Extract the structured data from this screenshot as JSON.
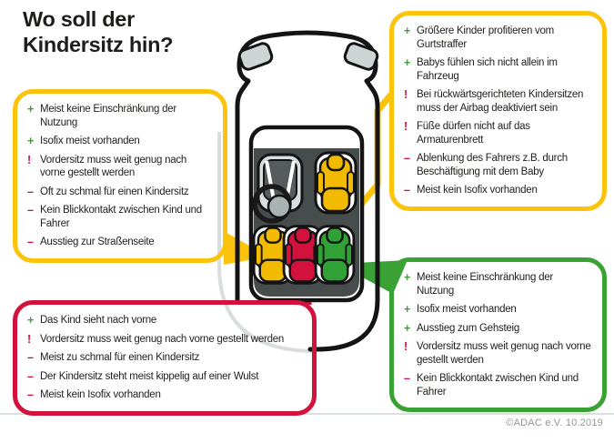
{
  "title": "Wo soll der Kindersitz hin?",
  "copyright": "©ADAC e.V. 10.2019",
  "bullet_symbols": {
    "plus": "+",
    "warn": "!",
    "minus": "–"
  },
  "colors": {
    "yellow": "#FBC30B",
    "red": "#D2123C",
    "green": "#3AA234",
    "seat_yellow": "#F2BB00",
    "seat_red": "#D2123C",
    "seat_green": "#31A036",
    "cabin_gray": "#474C4D",
    "swoosh_gray": "#D9DDDE",
    "divider_gray": "#D9E0E0",
    "copyright_gray": "#8C989C",
    "text": "#1D1D1B"
  },
  "car": {
    "description": "top view of car with child seats",
    "seats": [
      {
        "position": "driver",
        "type": "adult-driver"
      },
      {
        "position": "front-passenger",
        "seat_color": "yellow"
      },
      {
        "position": "rear-left",
        "seat_color": "yellow"
      },
      {
        "position": "rear-middle",
        "seat_color": "red"
      },
      {
        "position": "rear-right",
        "seat_color": "green"
      }
    ]
  },
  "boxes": {
    "rear_left": {
      "rating_color": "yellow",
      "items": [
        {
          "type": "plus",
          "text": "Meist keine Einschränkung der Nutzung"
        },
        {
          "type": "plus",
          "text": "Isofix meist vorhanden"
        },
        {
          "type": "warn",
          "text": "Vordersitz muss weit genug nach vorne gestellt werden"
        },
        {
          "type": "minus",
          "text": "Oft zu schmal für einen Kindersitz"
        },
        {
          "type": "minus",
          "text": "Kein Blickkontakt zwischen Kind und Fahrer"
        },
        {
          "type": "minus",
          "text": "Ausstieg zur Straßenseite"
        }
      ]
    },
    "front_passenger": {
      "rating_color": "yellow",
      "items": [
        {
          "type": "plus",
          "text": "Größere Kinder profitieren vom Gurtstraffer"
        },
        {
          "type": "plus",
          "text": "Babys fühlen sich nicht allein im Fahrzeug"
        },
        {
          "type": "warn",
          "text": "Bei rückwärtsgerichteten Kindersitzen muss der Airbag deaktiviert sein"
        },
        {
          "type": "warn",
          "text": "Füße dürfen nicht auf das Armaturenbrett"
        },
        {
          "type": "minus",
          "text": "Ablenkung des Fahrers z.B. durch Beschäftigung mit dem Baby"
        },
        {
          "type": "minus",
          "text": "Meist kein Isofix vorhanden"
        }
      ]
    },
    "rear_middle": {
      "rating_color": "red",
      "items": [
        {
          "type": "plus",
          "text": "Das Kind sieht nach vorne"
        },
        {
          "type": "warn",
          "text": "Vordersitz muss weit genug nach vorne gestellt werden"
        },
        {
          "type": "minus",
          "text": "Meist zu schmal für einen Kindersitz"
        },
        {
          "type": "minus",
          "text": "Der Kindersitz steht meist kippelig auf einer Wulst"
        },
        {
          "type": "minus",
          "text": "Meist kein Isofix vorhanden"
        }
      ]
    },
    "rear_right": {
      "rating_color": "green",
      "items": [
        {
          "type": "plus",
          "text": "Meist keine Einschränkung der Nutzung"
        },
        {
          "type": "plus",
          "text": "Isofix meist vorhanden"
        },
        {
          "type": "plus",
          "text": "Ausstieg zum Gehsteig"
        },
        {
          "type": "warn",
          "text": "Vordersitz muss weit genug nach vorne gestellt werden"
        },
        {
          "type": "minus",
          "text": "Kein Blickkontakt zwischen Kind und Fahrer"
        }
      ]
    }
  }
}
